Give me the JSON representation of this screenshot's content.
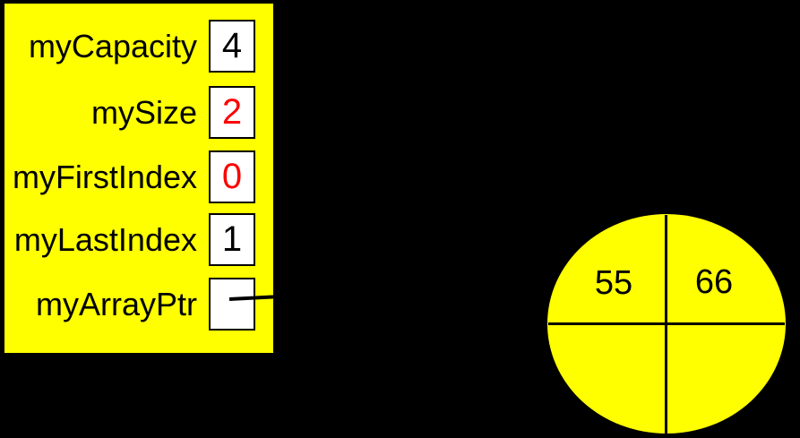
{
  "diagram": {
    "kind": "circular-array-queue-state",
    "colors": {
      "background": "#000000",
      "panel_fill": "#ffff00",
      "box_fill": "#ffffff",
      "box_border": "#000000",
      "text_default": "#000000",
      "value_highlight": "#ff0000"
    },
    "object_box": {
      "fields": [
        {
          "label": "myCapacity",
          "value": "4",
          "value_color": "#000000"
        },
        {
          "label": "mySize",
          "value": "2",
          "value_color": "#ff0000"
        },
        {
          "label": "myFirstIndex",
          "value": "0",
          "value_color": "#ff0000"
        },
        {
          "label": "myLastIndex",
          "value": "1",
          "value_color": "#000000"
        },
        {
          "label": "myArrayPtr",
          "value": "",
          "value_color": "#000000"
        }
      ]
    },
    "circular_array": {
      "quadrants": [
        {
          "position": "top-left",
          "value": "55"
        },
        {
          "position": "top-right",
          "value": "66"
        },
        {
          "position": "bottom-left",
          "value": ""
        },
        {
          "position": "bottom-right",
          "value": ""
        }
      ]
    }
  }
}
